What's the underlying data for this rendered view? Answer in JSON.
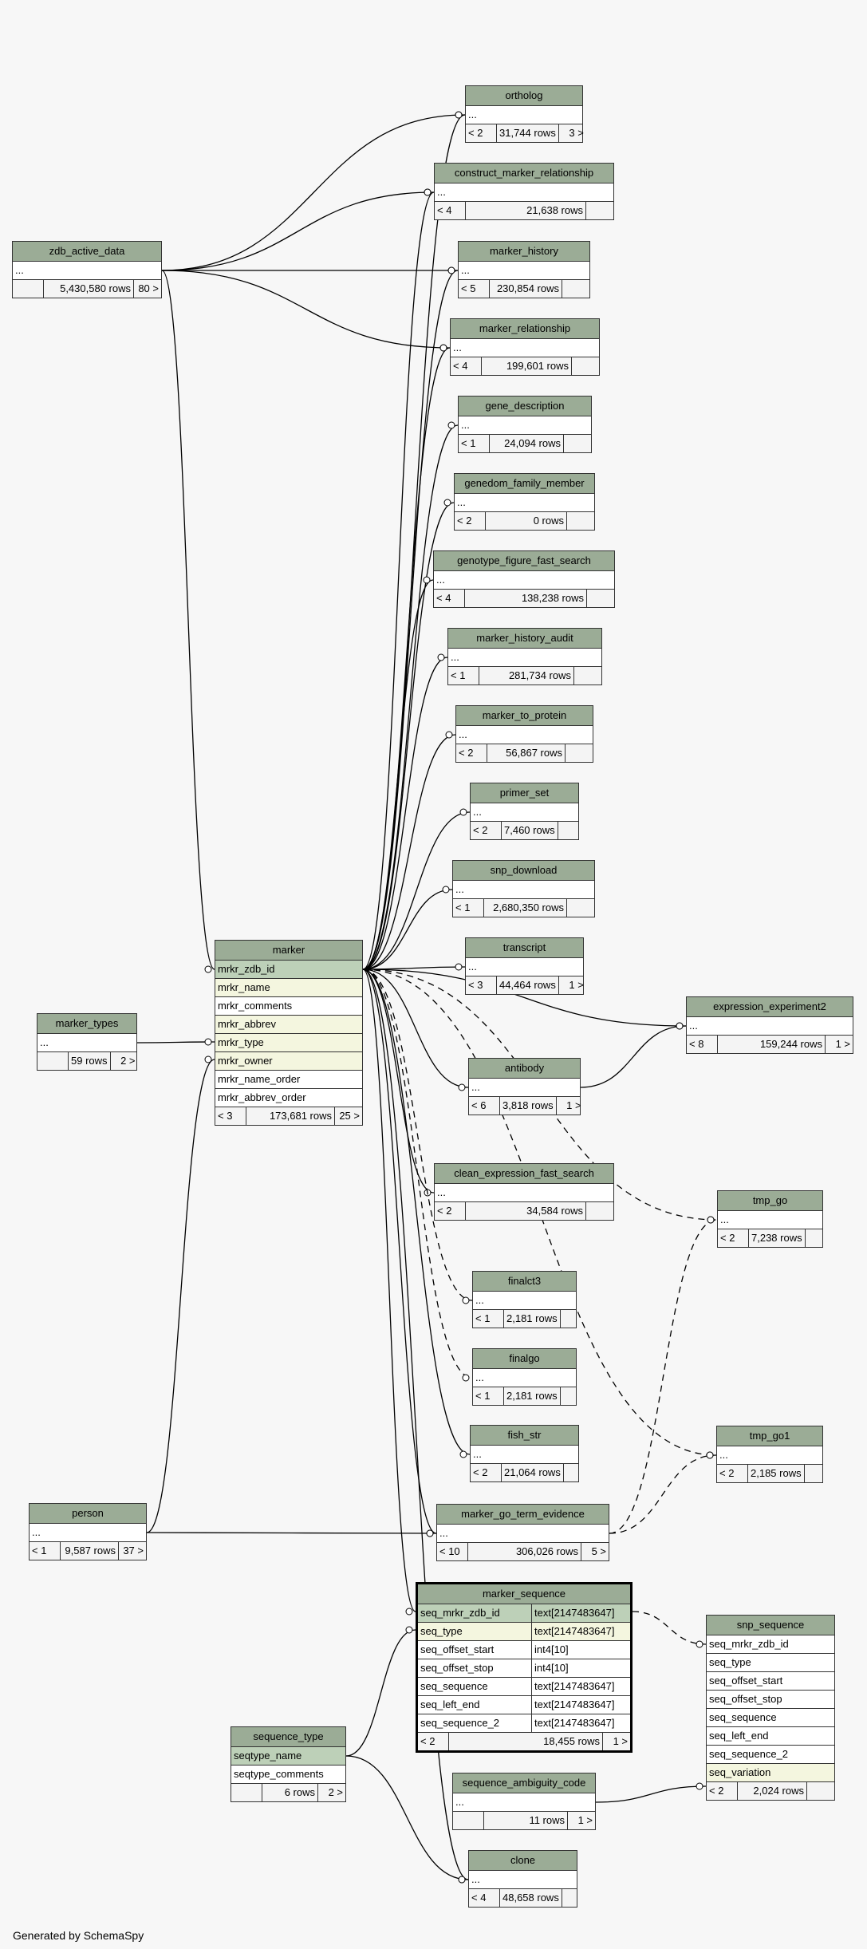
{
  "tables": [
    {
      "name": "zdb_active_data",
      "parents": "",
      "rows": "5,430,580 rows",
      "children": "80 >",
      "columns": [
        "..."
      ]
    },
    {
      "name": "ortholog",
      "parents": "< 2",
      "rows": "31,744 rows",
      "children": "3 >",
      "columns": [
        "..."
      ]
    },
    {
      "name": "construct_marker_relationship",
      "parents": "< 4",
      "rows": "21,638 rows",
      "children": "",
      "columns": [
        "..."
      ]
    },
    {
      "name": "marker_history",
      "parents": "< 5",
      "rows": "230,854 rows",
      "children": "",
      "columns": [
        "..."
      ]
    },
    {
      "name": "marker_relationship",
      "parents": "< 4",
      "rows": "199,601 rows",
      "children": "",
      "columns": [
        "..."
      ]
    },
    {
      "name": "gene_description",
      "parents": "< 1",
      "rows": "24,094 rows",
      "children": "",
      "columns": [
        "..."
      ]
    },
    {
      "name": "genedom_family_member",
      "parents": "< 2",
      "rows": "0 rows",
      "children": "",
      "columns": [
        "..."
      ]
    },
    {
      "name": "genotype_figure_fast_search",
      "parents": "< 4",
      "rows": "138,238 rows",
      "children": "",
      "columns": [
        "..."
      ]
    },
    {
      "name": "marker_history_audit",
      "parents": "< 1",
      "rows": "281,734 rows",
      "children": "",
      "columns": [
        "..."
      ]
    },
    {
      "name": "marker_to_protein",
      "parents": "< 2",
      "rows": "56,867 rows",
      "children": "",
      "columns": [
        "..."
      ]
    },
    {
      "name": "primer_set",
      "parents": "< 2",
      "rows": "7,460 rows",
      "children": "",
      "columns": [
        "..."
      ]
    },
    {
      "name": "snp_download",
      "parents": "< 1",
      "rows": "2,680,350 rows",
      "children": "",
      "columns": [
        "..."
      ]
    },
    {
      "name": "transcript",
      "parents": "< 3",
      "rows": "44,464 rows",
      "children": "1 >",
      "columns": [
        "..."
      ]
    },
    {
      "name": "expression_experiment2",
      "parents": "< 8",
      "rows": "159,244 rows",
      "children": "1 >",
      "columns": [
        "..."
      ]
    },
    {
      "name": "antibody",
      "parents": "< 6",
      "rows": "3,818 rows",
      "children": "1 >",
      "columns": [
        "..."
      ]
    },
    {
      "name": "clean_expression_fast_search",
      "parents": "< 2",
      "rows": "34,584 rows",
      "children": "",
      "columns": [
        "..."
      ]
    },
    {
      "name": "tmp_go",
      "parents": "< 2",
      "rows": "7,238 rows",
      "children": "",
      "columns": [
        "..."
      ]
    },
    {
      "name": "finalct3",
      "parents": "< 1",
      "rows": "2,181 rows",
      "children": "",
      "columns": [
        "..."
      ]
    },
    {
      "name": "finalgo",
      "parents": "< 1",
      "rows": "2,181 rows",
      "children": "",
      "columns": [
        "..."
      ]
    },
    {
      "name": "fish_str",
      "parents": "< 2",
      "rows": "21,064 rows",
      "children": "",
      "columns": [
        "..."
      ]
    },
    {
      "name": "tmp_go1",
      "parents": "< 2",
      "rows": "2,185 rows",
      "children": "",
      "columns": [
        "..."
      ]
    },
    {
      "name": "marker_types",
      "parents": "",
      "rows": "59 rows",
      "children": "2 >",
      "columns": [
        "..."
      ]
    },
    {
      "name": "marker",
      "parents": "< 3",
      "rows": "173,681 rows",
      "children": "25 >",
      "columns": [
        {
          "n": "mrkr_zdb_id",
          "k": "pk"
        },
        {
          "n": "mrkr_name",
          "k": "fk"
        },
        {
          "n": "mrkr_comments",
          "k": ""
        },
        {
          "n": "mrkr_abbrev",
          "k": "fk"
        },
        {
          "n": "mrkr_type",
          "k": "fk"
        },
        {
          "n": "mrkr_owner",
          "k": "fk"
        },
        {
          "n": "mrkr_name_order",
          "k": ""
        },
        {
          "n": "mrkr_abbrev_order",
          "k": ""
        }
      ]
    },
    {
      "name": "person",
      "parents": "< 1",
      "rows": "9,587 rows",
      "children": "37 >",
      "columns": [
        "..."
      ]
    },
    {
      "name": "marker_go_term_evidence",
      "parents": "< 10",
      "rows": "306,026 rows",
      "children": "5 >",
      "columns": [
        "..."
      ]
    },
    {
      "name": "marker_sequence",
      "parents": "< 2",
      "rows": "18,455 rows",
      "children": "1 >",
      "columns": [
        {
          "n": "seq_mrkr_zdb_id",
          "t": "text[2147483647]",
          "k": "pk"
        },
        {
          "n": "seq_type",
          "t": "text[2147483647]",
          "k": "fk"
        },
        {
          "n": "seq_offset_start",
          "t": "int4[10]",
          "k": ""
        },
        {
          "n": "seq_offset_stop",
          "t": "int4[10]",
          "k": ""
        },
        {
          "n": "seq_sequence",
          "t": "text[2147483647]",
          "k": ""
        },
        {
          "n": "seq_left_end",
          "t": "text[2147483647]",
          "k": ""
        },
        {
          "n": "seq_sequence_2",
          "t": "text[2147483647]",
          "k": ""
        }
      ]
    },
    {
      "name": "snp_sequence",
      "parents": "< 2",
      "rows": "2,024 rows",
      "children": "",
      "columns": [
        {
          "n": "seq_mrkr_zdb_id",
          "k": ""
        },
        {
          "n": "seq_type",
          "k": ""
        },
        {
          "n": "seq_offset_start",
          "k": ""
        },
        {
          "n": "seq_offset_stop",
          "k": ""
        },
        {
          "n": "seq_sequence",
          "k": ""
        },
        {
          "n": "seq_left_end",
          "k": ""
        },
        {
          "n": "seq_sequence_2",
          "k": ""
        },
        {
          "n": "seq_variation",
          "k": "fk"
        }
      ]
    },
    {
      "name": "sequence_type",
      "parents": "",
      "rows": "6 rows",
      "children": "2 >",
      "columns": [
        {
          "n": "seqtype_name",
          "k": "pk"
        },
        {
          "n": "seqtype_comments",
          "k": ""
        }
      ]
    },
    {
      "name": "sequence_ambiguity_code",
      "parents": "",
      "rows": "11 rows",
      "children": "1 >",
      "columns": [
        "..."
      ]
    },
    {
      "name": "clone",
      "parents": "< 4",
      "rows": "48,658 rows",
      "children": "",
      "columns": [
        "..."
      ]
    }
  ],
  "footer": {
    "generated_by": "Generated by SchemaSpy"
  }
}
